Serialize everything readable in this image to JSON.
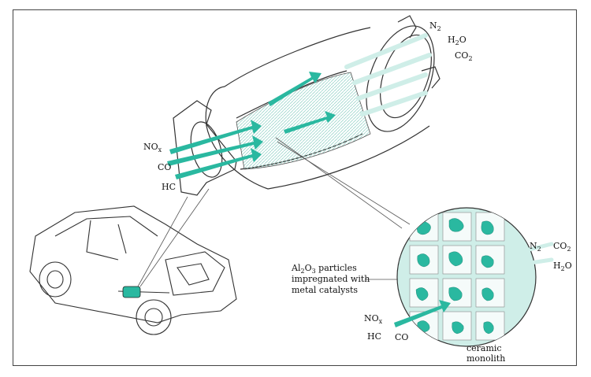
{
  "inlet_labels": [
    {
      "main": "NO",
      "sub": "x"
    },
    {
      "main": "CO",
      "sub": ""
    },
    {
      "main": "HC",
      "sub": ""
    }
  ],
  "outlet_labels": [
    {
      "main": "N",
      "sub": "2",
      "tail": ""
    },
    {
      "main": "H",
      "sub": "2",
      "tail": "O"
    },
    {
      "main": "CO",
      "sub": "2",
      "tail": ""
    }
  ],
  "particles_label": {
    "line1_a": "Al",
    "line1_s1": "2",
    "line1_b": "O",
    "line1_s2": "3",
    "line1_c": " particles",
    "line2": "impregnated with",
    "line3": "metal catalysts"
  },
  "detail_inlet": {
    "nox_main": "NO",
    "nox_sub": "x",
    "hc": "HC",
    "co": "CO"
  },
  "detail_outlet": {
    "n2_main": "N",
    "n2_sub": "2",
    "co2_main": "CO",
    "co2_sub": "2",
    "h2o_a": "H",
    "h2o_s": "2",
    "h2o_b": "O"
  },
  "monolith_label": {
    "line1": "ceramic",
    "line2": "monolith"
  },
  "colors": {
    "accent": "#2ab8a0",
    "pale": "#cfeee8",
    "line": "#333333"
  }
}
